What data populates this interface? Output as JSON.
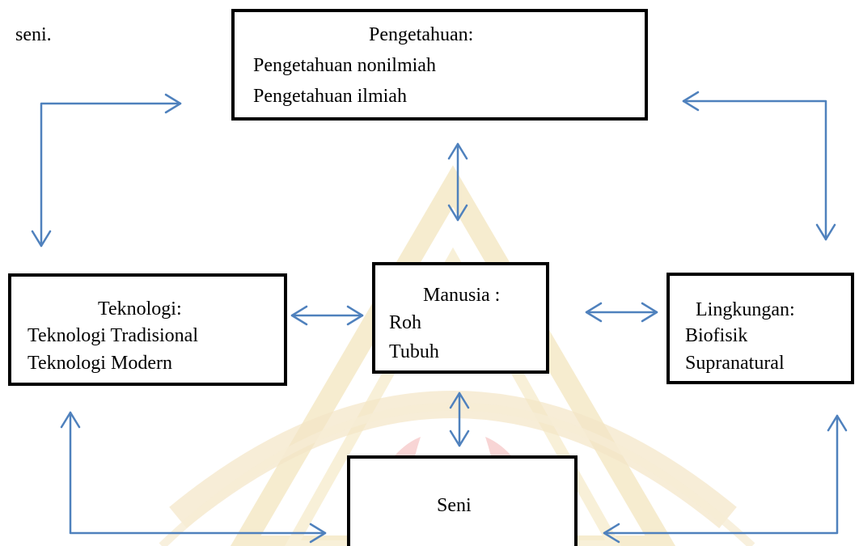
{
  "lead_text": "seni.",
  "boxes": {
    "pengetahuan": {
      "title": "Pengetahuan:",
      "lines": [
        "Pengetahuan nonilmiah",
        "Pengetahuan ilmiah"
      ]
    },
    "teknologi": {
      "title": "Teknologi:",
      "lines": [
        "Teknologi Tradisional",
        "Teknologi Modern"
      ]
    },
    "manusia": {
      "title": "Manusia :",
      "lines": [
        "Roh",
        "Tubuh"
      ]
    },
    "lingkungan": {
      "title": "Lingkungan:",
      "lines": [
        "Biofisik",
        "Supranatural"
      ]
    },
    "seni": {
      "title": "Seni"
    }
  },
  "colors": {
    "arrow": "#4f81bd",
    "border": "#000000",
    "watermark_red": "#f4c5c5",
    "watermark_gold": "#f6eccf"
  }
}
